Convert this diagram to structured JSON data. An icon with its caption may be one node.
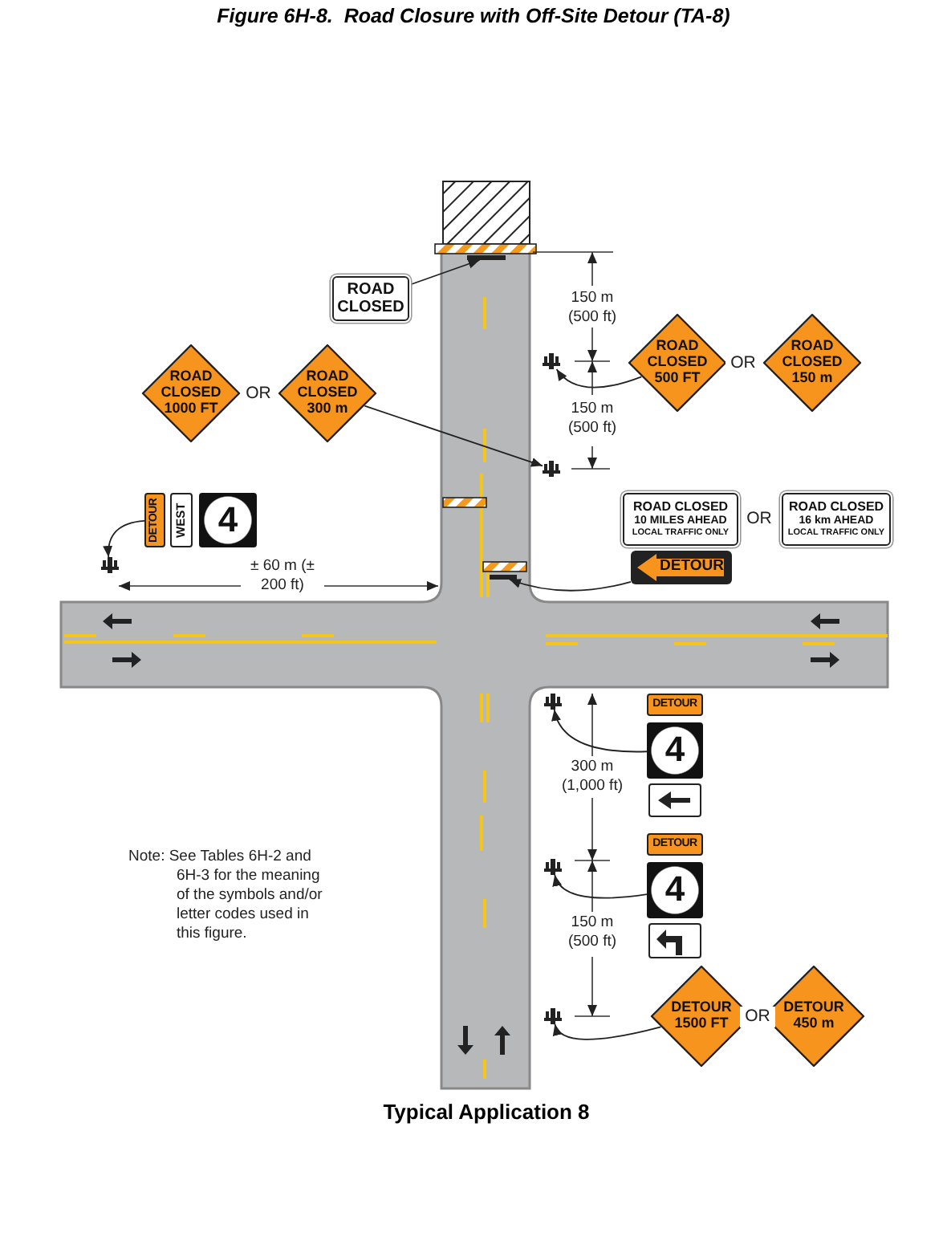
{
  "diagram": {
    "title": "Figure 6H-8.  Road Closure with Off-Site Detour (TA-8)",
    "caption": "Typical Application 8",
    "nodes": [
      {
        "text": [
          "ROAD CLOSED"
        ]
      },
      {
        "text": [],
        "shape": "bar"
      },
      {
        "text": [
          "ROAD CLOSED 1000 FT"
        ]
      },
      {
        "text": [
          "ROAD CLOSED 300 m"
        ]
      },
      {
        "text": [],
        "shape": "sign"
      },
      {
        "text": [
          "ROAD CLOSED 500 FT"
        ]
      },
      {
        "text": [
          "ROAD CLOSED 150 m"
        ]
      },
      {
        "text": [],
        "shape": "sign"
      },
      {
        "text": [
          "ROAD CLOSED",
          "10 MILES AHEAD",
          "LOCAL TRAFFIC ONLY"
        ]
      },
      {
        "text": [
          "ROAD CLOSED",
          "16 km AHEAD",
          "LOCAL TRAFFIC ONLY"
        ]
      },
      {
        "text": [
          "DETOUR"
        ]
      },
      {
        "text": [],
        "shape": "bar"
      },
      {
        "text": [
          "DETOUR"
        ]
      },
      {
        "text": [
          "WEST"
        ]
      },
      {
        "text": [
          "4"
        ]
      },
      {
        "text": [],
        "shape": "sign"
      },
      {
        "text": [
          "DETOUR"
        ]
      },
      {
        "text": [
          "4"
        ]
      },
      {
        "text": [],
        "shape": "box"
      },
      {
        "text": [],
        "shape": "sign"
      },
      {
        "text": [
          "DETOUR"
        ]
      },
      {
        "text": [
          "4"
        ]
      },
      {
        "text": [],
        "shape": "box"
      },
      {
        "text": [],
        "shape": "sign"
      },
      {
        "text": [
          "DETOUR 1500 FT"
        ]
      },
      {
        "text": [
          "DETOUR 450 m"
        ]
      },
      {
        "text": [],
        "shape": "sign"
      }
    ],
    "edges": [
      {
        "from": 0,
        "to": 1,
        "arrow": "to"
      },
      {
        "from": 3,
        "to": 4,
        "arrow": "to"
      },
      {
        "from": 5,
        "to": 7,
        "arrow": "to"
      },
      {
        "from": 10,
        "to": 11,
        "arrow": "to"
      },
      {
        "from": 12,
        "to": 15,
        "arrow": "to"
      },
      {
        "from": 17,
        "to": 19,
        "arrow": "to"
      },
      {
        "from": 21,
        "to": 23,
        "arrow": "to"
      },
      {
        "from": 24,
        "to": 26,
        "arrow": "to"
      }
    ],
    "labels": [
      "150 m (500 ft)",
      "OR",
      "OR",
      "150 m (500 ft)",
      "OR",
      "± 60 m (± 200 ft)",
      "300 m (1,000 ft)",
      "Note: See Tables 6H-2 and 6H-3 for the meaning of the symbols and/or letter codes used in this figure.",
      "150 m (500 ft)",
      "OR"
    ]
  }
}
